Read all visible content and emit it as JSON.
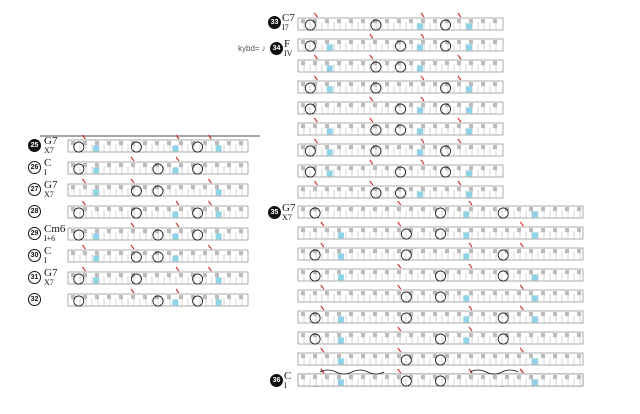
{
  "tempo_marking": "kybd= ♪",
  "left_rows": [
    {
      "measure": "25",
      "chord": "G7",
      "roman": "X7",
      "filled": true
    },
    {
      "measure": "26",
      "chord": "C",
      "roman": "I"
    },
    {
      "measure": "27",
      "chord": "G7",
      "roman": "X7"
    },
    {
      "measure": "28",
      "chord": "",
      "roman": ""
    },
    {
      "measure": "29",
      "chord": "Cm6",
      "roman": "I+6"
    },
    {
      "measure": "30",
      "chord": "C",
      "roman": "I"
    },
    {
      "measure": "31",
      "chord": "G7",
      "roman": "X7"
    },
    {
      "measure": "32",
      "chord": "",
      "roman": ""
    }
  ],
  "right_top": {
    "measure": "33",
    "chord": "C7",
    "roman": "I7"
  },
  "right_f": {
    "measure": "34",
    "chord": "F",
    "roman": "IV"
  },
  "right_g": {
    "measure": "35",
    "chord": "G7",
    "roman": "X7"
  },
  "right_bottom": {
    "measure": "36",
    "chord": "C",
    "roman": "I"
  },
  "colors": {
    "ink": "#111111",
    "red": "#d42a2a",
    "cyan": "#8fd3e6",
    "staff": "#777777"
  }
}
